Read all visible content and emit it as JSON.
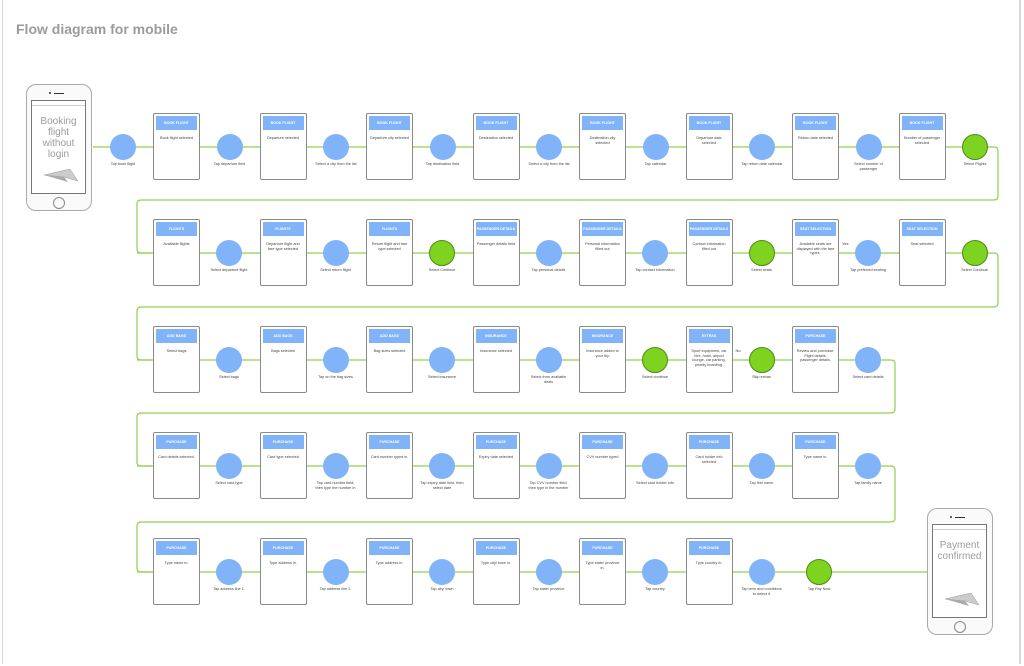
{
  "title": "Flow diagram for mobile",
  "colors": {
    "action": "#80b3f7",
    "decision": "#7ed321",
    "connector": "#8fd14f",
    "screen_header": "#80b3f7"
  },
  "start_phone": {
    "text": "Booking flight without login",
    "icon": "paper-plane-icon"
  },
  "end_phone": {
    "text": "Payment confirmed",
    "icon": "paper-plane-icon"
  },
  "rows": [
    {
      "screens": [
        {
          "header": "BOOK FLIGHT",
          "text": "Book flight selected"
        },
        {
          "header": "BOOK FLIGHT",
          "text": "Departure selected"
        },
        {
          "header": "BOOK FLIGHT",
          "text": "Departure city selected"
        },
        {
          "header": "BOOK FLIGHT",
          "text": "Destination selected"
        },
        {
          "header": "BOOK FLIGHT",
          "text": "Destination city selected"
        },
        {
          "header": "BOOK FLIGHT",
          "text": "Departure date selected"
        },
        {
          "header": "BOOK FLIGHT",
          "text": "Return date selected"
        },
        {
          "header": "BOOK FLIGHT",
          "text": "Number of passenger selected"
        }
      ],
      "actions": [
        {
          "label": "Tap book flight",
          "type": "blue"
        },
        {
          "label": "Tap departure field",
          "type": "blue"
        },
        {
          "label": "Select a city from the list",
          "type": "blue"
        },
        {
          "label": "Tap destination field",
          "type": "blue"
        },
        {
          "label": "Select a city from the list",
          "type": "blue"
        },
        {
          "label": "Tap calendar",
          "type": "blue"
        },
        {
          "label": "Tap return date calendar",
          "type": "blue"
        },
        {
          "label": "Select number of passenger",
          "type": "blue"
        },
        {
          "label": "Select Flights",
          "type": "green"
        }
      ]
    },
    {
      "screens": [
        {
          "header": "FLIGHTS",
          "text": "Available flights"
        },
        {
          "header": "FLIGHTS",
          "text": "Departure flight and fare type selected"
        },
        {
          "header": "FLIGHTS",
          "text": "Return flight and fare type selected"
        },
        {
          "header": "PASSENGER DETAILS",
          "text": "Passenger details field"
        },
        {
          "header": "PASSENGER DETAILS",
          "text": "Personal information filled out"
        },
        {
          "header": "PASSENGER DETAILS",
          "text": "Contact information filled out"
        },
        {
          "header": "SEAT SELECTION",
          "text": "Available seats are displayed with the fare types."
        },
        {
          "header": "SEAT SELECTION",
          "text": "Seat selected"
        }
      ],
      "actions": [
        {
          "label": "Select departure flight",
          "type": "blue"
        },
        {
          "label": "Select return flight",
          "type": "blue"
        },
        {
          "label": "Select Continue",
          "type": "green"
        },
        {
          "label": "Tap personal details",
          "type": "blue"
        },
        {
          "label": "Tap contact information",
          "type": "blue"
        },
        {
          "label": "Select seats",
          "type": "green"
        },
        {
          "label": "Tap preferred seating",
          "type": "blue"
        },
        {
          "label": "Select Continue",
          "type": "green"
        }
      ],
      "branch": {
        "after_screen": 6,
        "label": "Yes"
      }
    },
    {
      "screens": [
        {
          "header": "ADD BAGS",
          "text": "Select bags"
        },
        {
          "header": "ADD BAGS",
          "text": "Bags selected"
        },
        {
          "header": "ADD BAGS",
          "text": "Bag sizes selected"
        },
        {
          "header": "INSURANCE",
          "text": "Insurance selected"
        },
        {
          "header": "INSURANCE",
          "text": "Insurance added to your trip"
        },
        {
          "header": "EXTRAS",
          "text": "Sport equipment, car hire, hotel, airport lounge, car parking, priority boarding."
        },
        {
          "header": "PURCHASE",
          "text": "Review and purchase. Flight details, passenger details."
        }
      ],
      "actions": [
        {
          "label": "Select bags",
          "type": "blue"
        },
        {
          "label": "Tap on the bag sizes",
          "type": "blue"
        },
        {
          "label": "Select insurance",
          "type": "blue"
        },
        {
          "label": "Select from available deals",
          "type": "blue"
        },
        {
          "label": "Select continue",
          "type": "green"
        },
        {
          "label": "Skip extras",
          "type": "green"
        },
        {
          "label": "Select card details",
          "type": "blue"
        }
      ],
      "branch": {
        "after_screen": 5,
        "label": "No"
      }
    },
    {
      "screens": [
        {
          "header": "PURCHASE",
          "text": "Card details selected."
        },
        {
          "header": "PURCHASE",
          "text": "Card type selected"
        },
        {
          "header": "PURCHASE",
          "text": "Card number typed in."
        },
        {
          "header": "PURCHASE",
          "text": "Expiry date selected"
        },
        {
          "header": "PURCHASE",
          "text": "CVV number typed"
        },
        {
          "header": "PURCHASE",
          "text": "Card holder info selected"
        },
        {
          "header": "PURCHASE",
          "text": "Type name in."
        }
      ],
      "actions": [
        {
          "label": "Select card type",
          "type": "blue"
        },
        {
          "label": "Tap card number field, then type the number in",
          "type": "blue"
        },
        {
          "label": "Tap expiry date field, then select date",
          "type": "blue"
        },
        {
          "label": "Tap CVV number field, then type in the number",
          "type": "blue"
        },
        {
          "label": "Select card holder info",
          "type": "blue"
        },
        {
          "label": "Tap first name",
          "type": "blue"
        },
        {
          "label": "Tap family name",
          "type": "blue"
        }
      ]
    },
    {
      "screens": [
        {
          "header": "PURCHASE",
          "text": "Type name in."
        },
        {
          "header": "PURCHASE",
          "text": "Type address in."
        },
        {
          "header": "PURCHASE",
          "text": "Type address in."
        },
        {
          "header": "PURCHASE",
          "text": "Type city/ town in."
        },
        {
          "header": "PURCHASE",
          "text": "Type state/ province in."
        },
        {
          "header": "PURCHASE",
          "text": "Type country in."
        }
      ],
      "actions": [
        {
          "label": "Tap address line 1.",
          "type": "blue"
        },
        {
          "label": "Tap address line 2.",
          "type": "blue"
        },
        {
          "label": "Tap city/ town",
          "type": "blue"
        },
        {
          "label": "Tap state/ province",
          "type": "blue"
        },
        {
          "label": "Tap country",
          "type": "blue"
        },
        {
          "label": "Tap term and conditions to select it",
          "type": "blue"
        },
        {
          "label": "Tap Pay Now",
          "type": "green"
        }
      ]
    }
  ]
}
